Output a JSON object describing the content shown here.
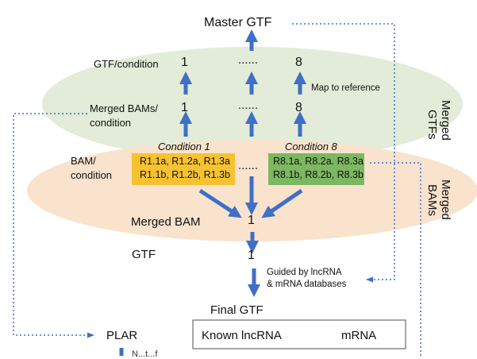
{
  "diagram": {
    "master_gtf": "Master GTF",
    "gtf_condition_label": "GTF/condition",
    "merged_bams_condition_label_line1": "Merged BAMs/",
    "merged_bams_condition_label_line2": "condition",
    "bam_condition_label_line1": "BAM/",
    "bam_condition_label_line2": "condition",
    "first_index": "1",
    "last_index": "8",
    "ellipsis": "......",
    "map_to_reference": "Map to reference",
    "condition1": {
      "title": "Condition 1",
      "row1": "R1.1a, R1.2a, R1.3a",
      "row2": "R1.1b, R1.2b, R1.3b",
      "color": "#f7c230"
    },
    "condition8": {
      "title": "Condition 8",
      "row1": "R8.1a, R8.2a. R8.3a",
      "row2": "R8.1b, R8.2b, R8.3b",
      "color": "#7cb861"
    },
    "merged_gtfs_label_line1": "Merged",
    "merged_gtfs_label_line2": "GTFs",
    "merged_bams_label_line1": "Merged",
    "merged_bams_label_line2": "BAMs",
    "merged_bam": "Merged BAM",
    "merged_bam_value": "1",
    "gtf": "GTF",
    "gtf_value": "1",
    "guided_line1": "Guided by lncRNA",
    "guided_line2": "& mRNA databases",
    "final_gtf": "Final GTF",
    "known_lncrna": "Known lncRNA",
    "mrna": "mRNA",
    "plar": "PLAR",
    "cut_off_text": "N...t...f",
    "colors": {
      "arrow": "#3f6fc6",
      "green_ellipse": "#e2ecd8",
      "orange_ellipse": "#f9e3cd",
      "dotted": "#3a6fd1"
    }
  }
}
